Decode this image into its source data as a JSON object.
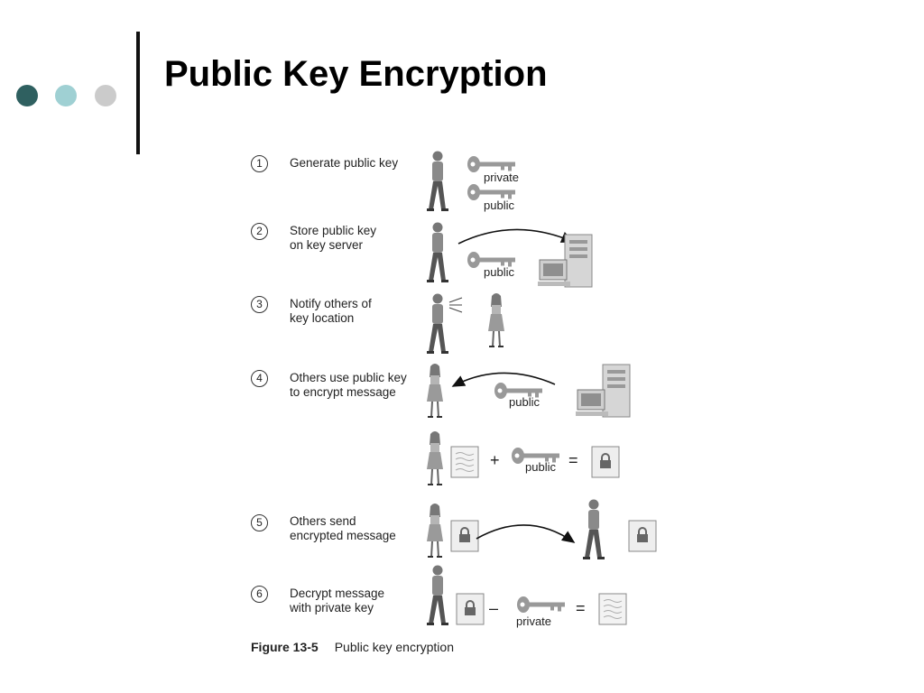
{
  "title": "Public Key Encryption",
  "colors": {
    "dot1": "#2f6060",
    "dot2": "#9fd0d3",
    "dot3": "#cbcbcb"
  },
  "figure": {
    "steps": [
      {
        "num": "1",
        "text": "Generate public key"
      },
      {
        "num": "2",
        "text": "Store public key\non key server"
      },
      {
        "num": "3",
        "text": "Notify others of\nkey location"
      },
      {
        "num": "4",
        "text": "Others use public key\nto encrypt message"
      },
      {
        "num": "5",
        "text": "Others send\nencrypted message"
      },
      {
        "num": "6",
        "text": "Decrypt message\nwith private key"
      }
    ],
    "key_labels": {
      "private": "private",
      "public": "public"
    },
    "operators": {
      "plus": "+",
      "minus": "–",
      "equals": "="
    },
    "caption_label": "Figure 13-5",
    "caption_text": "Public key encryption"
  }
}
